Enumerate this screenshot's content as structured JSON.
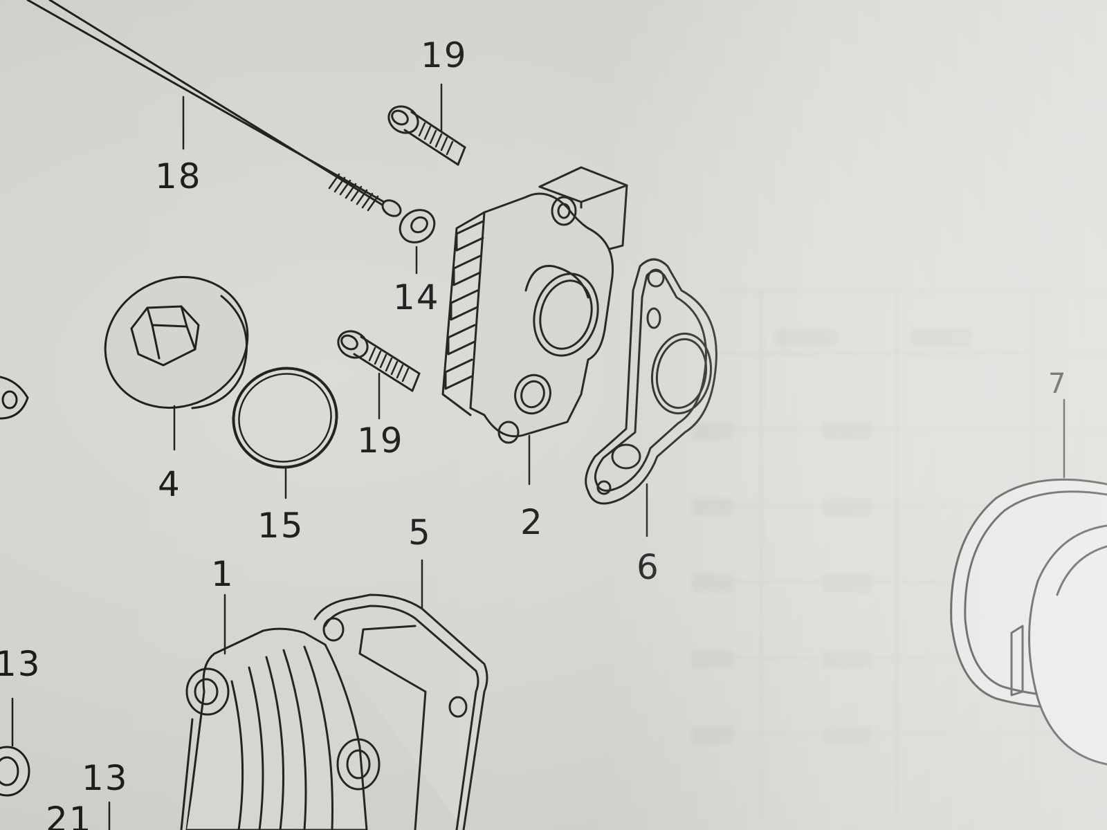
{
  "diagram": {
    "callouts": [
      {
        "id": "ref-18",
        "text": "18"
      },
      {
        "id": "ref-19-top",
        "text": "19"
      },
      {
        "id": "ref-14",
        "text": "14"
      },
      {
        "id": "ref-19-mid",
        "text": "19"
      },
      {
        "id": "ref-4",
        "text": "4"
      },
      {
        "id": "ref-15",
        "text": "15"
      },
      {
        "id": "ref-2",
        "text": "2"
      },
      {
        "id": "ref-6",
        "text": "6"
      },
      {
        "id": "ref-5",
        "text": "5"
      },
      {
        "id": "ref-1",
        "text": "1"
      },
      {
        "id": "ref-13-upper",
        "text": "13"
      },
      {
        "id": "ref-13-lower",
        "text": "13"
      },
      {
        "id": "ref-21",
        "text": "21"
      },
      {
        "id": "ref-7",
        "text": "7"
      }
    ],
    "parts": [
      "rod",
      "bolt",
      "washer",
      "drain-plug",
      "o-ring",
      "oil-pump-body",
      "gasket",
      "cover",
      "cover-gasket",
      "bearing-seal"
    ]
  }
}
